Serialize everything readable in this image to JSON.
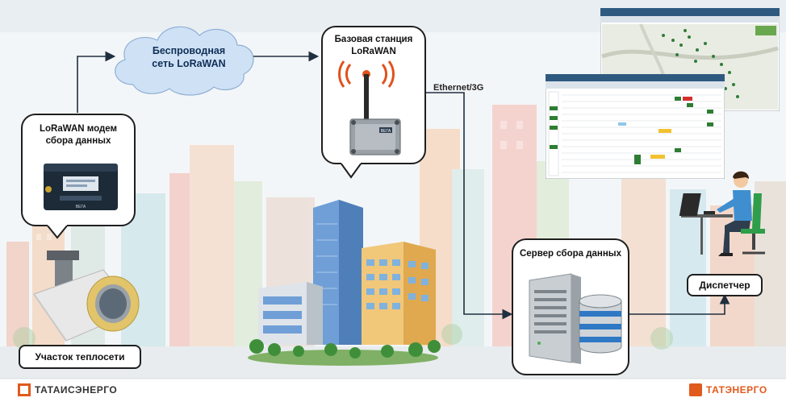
{
  "nodes": {
    "cloud": {
      "line1": "Беспроводная",
      "line2": "сеть LoRaWAN"
    },
    "modem": {
      "line1": "LoRaWAN модем",
      "line2": "сбора данных",
      "device_label": "ВЕГА"
    },
    "station": {
      "line1": "Базовая станция",
      "line2": "LoRaWAN",
      "device_label": "ВЕГА"
    },
    "link": "Ethernet/3G",
    "server": "Сервер сбора данных",
    "dispatcher": "Диспетчер",
    "pipe": "Участок теплосети"
  },
  "logos": {
    "left": "ТАТАИСЭНЕРГО",
    "right": "ТАТЭНЕРГО"
  },
  "colors": {
    "accent": "#e05a1c",
    "cloud": "#cfe1f5",
    "cloud_text": "#0f2f57",
    "arrow": "#1f2f3f"
  }
}
